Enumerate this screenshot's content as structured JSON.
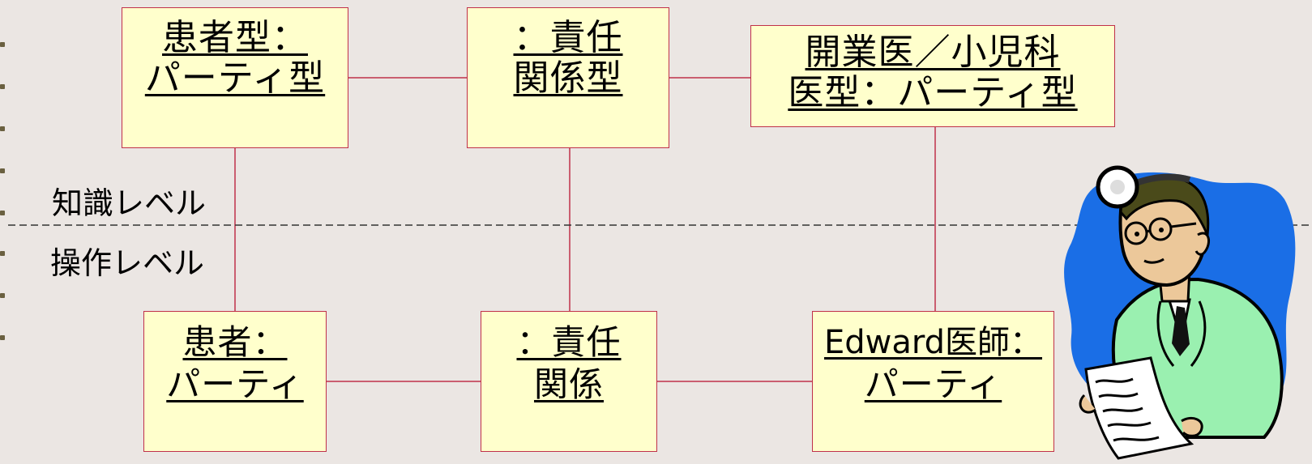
{
  "diagram": {
    "knowledge_boxes": [
      {
        "id": "patient-type",
        "lines": [
          "患者型：",
          "パーティ型"
        ]
      },
      {
        "id": "accountability-type",
        "lines": [
          "：責任",
          "関係型"
        ]
      },
      {
        "id": "practitioner-type",
        "lines": [
          "開業医／小児科",
          "医型：パーティ型"
        ]
      }
    ],
    "operational_boxes": [
      {
        "id": "patient",
        "lines": [
          "患者：",
          "パーティ"
        ]
      },
      {
        "id": "accountability",
        "lines": [
          "：責任",
          "関係"
        ]
      },
      {
        "id": "doctor-edward",
        "lines": [
          "Edward医師：",
          "パーティ"
        ]
      }
    ],
    "levels": {
      "knowledge": "知識レベル",
      "operational": "操作レベル"
    }
  },
  "colors": {
    "background": "#ebe6e3",
    "box_fill": "#ffffcc",
    "connector": "#c0304a",
    "divider": "#333333"
  },
  "clipart": {
    "icon": "doctor-illustration"
  }
}
